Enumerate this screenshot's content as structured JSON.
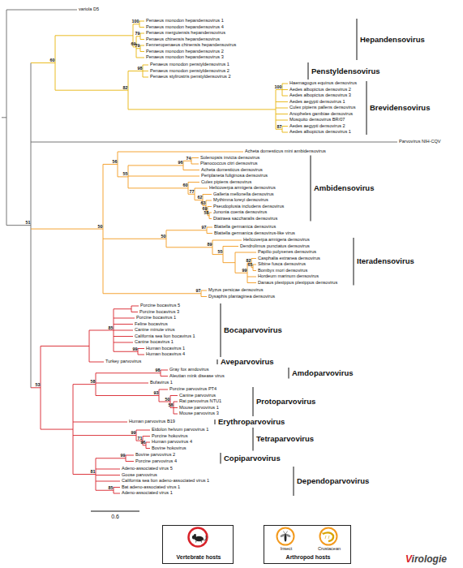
{
  "diagram": {
    "nodes": [
      {
        "text": [
          "Vertebrate hosts"
        ]
      },
      {
        "text": [
          "Insect",
          "Crustacean",
          "Arthropod hosts"
        ]
      }
    ],
    "labels": [
      "variola D5",
      "Penaeus monodon hepandensovirus 1",
      "Penaeus monodon hepandensovirus 4",
      "Penaeus merguiensis hepandensovirus",
      "Penaeus chinensis hepandensovirus",
      "Fenneropenaeus chinensis hepandensovirus",
      "Penaeus monodon hepandensovirus 2",
      "Penaeus monodon hepandensovirus 3",
      "Penaeus monodon penstyldensovirus 1",
      "Penaeus monodon penstyldensovirus 2",
      "Penaeus stylirostris penstyldensovirus 2",
      "Haemagogus equinus densovirus",
      "Aedes albopictus densovirus 2",
      "Aedes albopictus densovirus 3",
      "Aedes aegypti densovirus 1",
      "Culex pipiens pallens densovirus",
      "Anopheles gambiae densovirus",
      "Mosquito densovirus BR/07",
      "Aedes aegypti densovirus 2",
      "Aedes albopictus densovirus 1",
      "Parvovirus NIH-CQV",
      "Acheta domesticus mini ambidensovirus",
      "Solenopsis invicta densovirus",
      "Planococcus citri densovirus",
      "Acheta domesticus densovirus",
      "Periplaneta fuliginosa densovirus",
      "Culex pipiens densovirus",
      "Helicoverpa armigera densovirus",
      "Galleria mellonella densovirus",
      "Mythimna loreyi densovirus",
      "Pseudoplusia includens densovirus",
      "Junonia coenia densovirus",
      "Diatraea saccharalis densovirus",
      "Blattella germanica densovirus",
      "Blattella germanica densovirus-like virus",
      "Helicoverpa armigera densovirus",
      "Dendrolimus punctatus densovirus",
      "Papilio polyxenes densovirus",
      "Casphalia extranea densovirus",
      "Sibine fusca densovirus",
      "Bombyx mori densovirus",
      "Hordeum marinum densovirus",
      "Danaus plexippus plexippus densovirus",
      "Myzus persicae densovirus",
      "Dysaphis plantaginea densovirus",
      "Porcine bocavirus 5",
      "Porcine bocavirus 3",
      "Porcine bocavirus 1",
      "Feline bocavirus",
      "Canine minute virus",
      "California sea lion bocavirus 1",
      "Canine bocavirus 1",
      "Human bocavirus 1",
      "Human bocavirus 4",
      "Turkey parvovirus",
      "Gray fox amdovirus",
      "Aleutian mink disease virus",
      "Bufavirus 1",
      "Porcine parvovirus PT4",
      "Canine parvovirus",
      "Rat parvovirus NTU1",
      "Mouse parvovirus 1",
      "Mouse parvovirus 3",
      "Human parvovirus B19",
      "Eidolon helvum parvovirus 1",
      "Porcine hokovirus",
      "Human parvovirus 4",
      "Bovine hokovirus",
      "Bovine parvovirus 2",
      "Porcine parvovirus 4",
      "Adeno-associated virus 5",
      "Goose parvovirus",
      "California sea lion adeno-associated virus 1",
      "Bat adeno-associated virus 1",
      "Adeno-associated virus 1",
      "Hepandensovirus",
      "Penstyldensovirus",
      "Brevidensovirus",
      "Ambidensovirus",
      "Iteradensovirus",
      "Bocaparvovirus",
      "Aveparvovirus",
      "Amdoparvovirus",
      "Protoparvovirus",
      "Erythroparvovirus",
      "Tetraparvovirus",
      "Copiparvovirus",
      "Dependoparvovirus",
      "51",
      "60",
      "100",
      "69",
      "79",
      "79",
      "82",
      "98",
      "100",
      "87",
      "50",
      "56",
      "55",
      "96",
      "74",
      "60",
      "77",
      "62",
      "63",
      "69",
      "58",
      "50",
      "97",
      "89",
      "55",
      "99",
      "82",
      "65",
      "97",
      "53",
      "85",
      "99",
      "58",
      "98",
      "93",
      "50",
      "58",
      "99",
      "71",
      "96",
      "81",
      "99",
      "85",
      "0.6",
      "Virologie"
    ]
  }
}
